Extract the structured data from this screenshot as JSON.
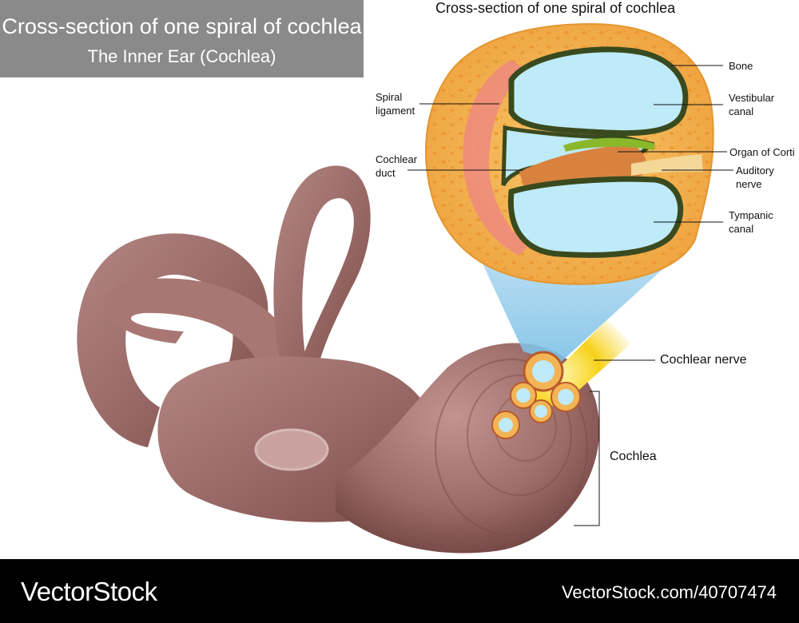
{
  "header": {
    "title": "Cross-section of one spiral of cochlea",
    "subtitle": "The Inner Ear (Cochlea)"
  },
  "cross_section_title": "Cross-section of one spiral of cochlea",
  "labels": {
    "spiral_ligament": "Spiral ligament",
    "cochlear_duct": "Cochlear duct",
    "bone": "Bone",
    "vestibular_canal": "Vestibular canal",
    "organ_of_corti": "Organ of Corti",
    "auditory_nerve": "Auditory nerve",
    "tympanic_canal": "Tympanic canal",
    "cochlear_nerve": "Cochlear nerve",
    "cochlea": "Cochlea"
  },
  "footer": {
    "brand": "VectorStock",
    "image_id": "VectorStock.com/40707474"
  },
  "colors": {
    "bone": "#f3b455",
    "fluid": "#bfeaf7",
    "tissue": "#9a6b68",
    "spiral_ligament": "#ee8c7c",
    "nerve": "#f7d21a"
  }
}
